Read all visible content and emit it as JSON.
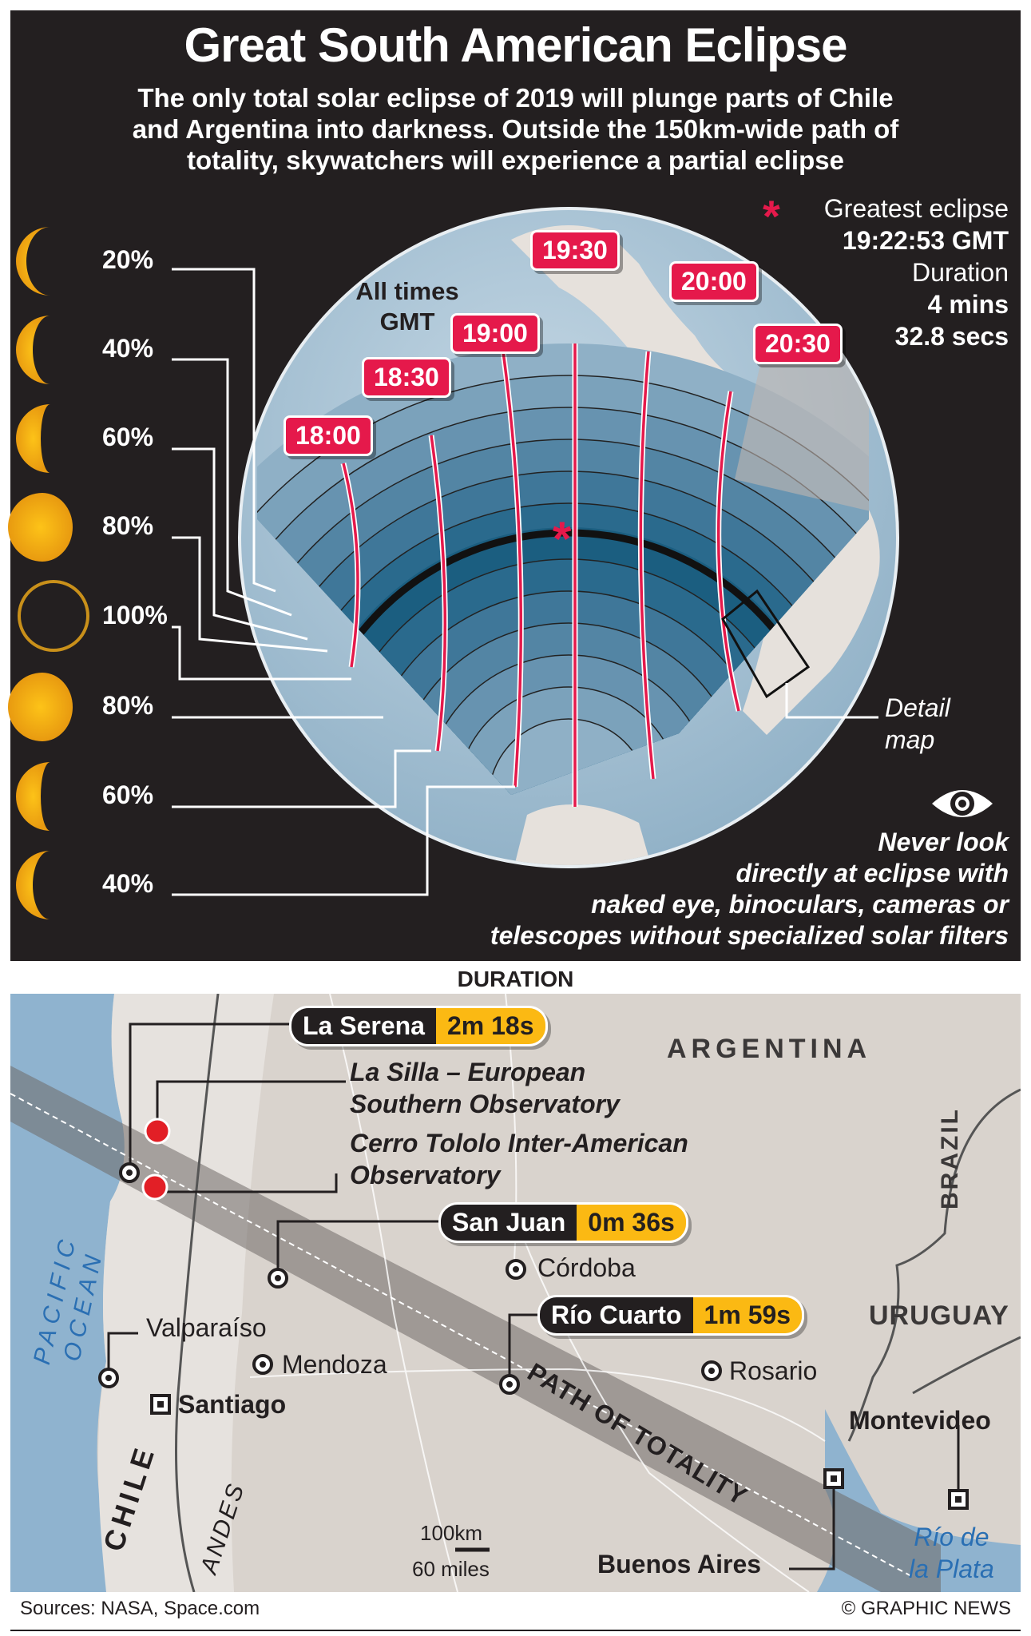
{
  "header": {
    "title": "Great South American Eclipse",
    "subtitle_lines": [
      "The only total solar eclipse of 2019 will plunge parts of Chile",
      "and Argentina into darkness. Outside the 150km-wide path of",
      "totality, skywatchers will experience a partial eclipse"
    ]
  },
  "globe": {
    "all_times": [
      "All times",
      "GMT"
    ],
    "times": [
      "18:00",
      "18:30",
      "19:00",
      "19:30",
      "20:00",
      "20:30"
    ],
    "percentages": [
      "20%",
      "40%",
      "60%",
      "80%",
      "100%",
      "80%",
      "60%",
      "40%"
    ],
    "greatest": {
      "label": "Greatest eclipse",
      "time": "19:22:53 GMT",
      "duration_label": "Duration",
      "duration_mins": "4 mins",
      "duration_secs": "32.8 secs"
    },
    "detail_map": [
      "Detail",
      "map"
    ],
    "warning_lines": [
      "Never look",
      "directly at eclipse with",
      "naked eye, binoculars, cameras or",
      "telescopes without specialized solar filters"
    ],
    "colors": {
      "accent": "#e5194b",
      "sun": "#fbb913",
      "ocean": "#a9c4d6",
      "band_dark": "#1b5e80"
    }
  },
  "map": {
    "heading": "DURATION",
    "badges": [
      {
        "name": "La Serena",
        "duration": "2m 18s"
      },
      {
        "name": "San Juan",
        "duration": "0m 36s"
      },
      {
        "name": "Río Cuarto",
        "duration": "1m 59s"
      }
    ],
    "observatories": [
      [
        "La Silla – European",
        "Southern Observatory"
      ],
      [
        "Cerro Tololo Inter-American",
        "Observatory"
      ]
    ],
    "countries": {
      "argentina": "ARGENTINA",
      "brazil": "BRAZIL",
      "uruguay": "URUGUAY",
      "chile": "CHILE"
    },
    "ocean": [
      "PACIFIC",
      "OCEAN"
    ],
    "andes": "ANDES",
    "cities": {
      "cordoba": "Córdoba",
      "valparaiso": "Valparaíso",
      "mendoza": "Mendoza",
      "rosario": "Rosario"
    },
    "capitals": {
      "santiago": "Santiago",
      "montevideo": "Montevideo",
      "buenos_aires": "Buenos Aires"
    },
    "river": [
      "Río de",
      "la Plata"
    ],
    "path_label": "PATH OF TOTALITY",
    "scale": {
      "km": "100km",
      "miles": "60 miles"
    }
  },
  "footer": {
    "sources": "Sources: NASA, Space.com",
    "credit": "© GRAPHIC NEWS"
  }
}
